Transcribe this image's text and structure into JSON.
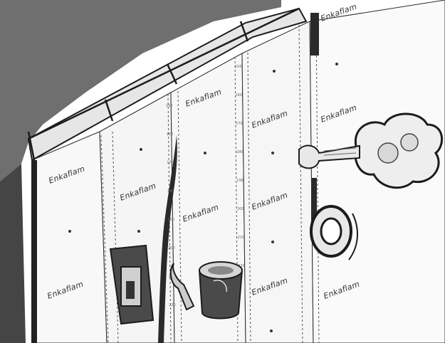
{
  "scene": {
    "subject": "roof-underlay-installation",
    "brand_text": "Enkaflam"
  },
  "colors": {
    "roof": "#6f6f6f",
    "membrane": "#f7f7f7",
    "ink": "#1c1c1c",
    "tape": "#e8e8e8"
  },
  "icons": [
    "tape-roll-icon",
    "paint-bucket-icon",
    "stapler-icon",
    "scraper-tool-icon",
    "air-puff-icon"
  ],
  "ruler_ticks": [
    "150",
    "160",
    "170",
    "180",
    "190",
    "200",
    "210",
    "220"
  ]
}
